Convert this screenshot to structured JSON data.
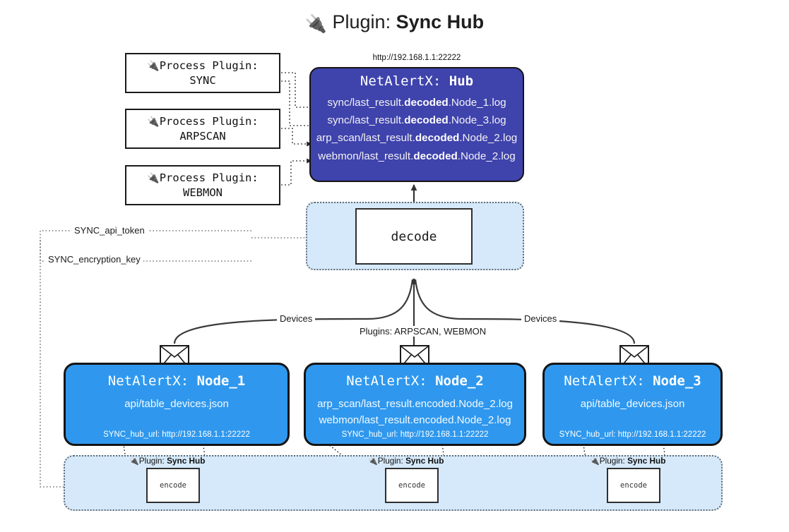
{
  "title": {
    "icon": "plug-icon",
    "glyph": "🔌",
    "prefix": "Plugin:",
    "name": "Sync Hub"
  },
  "colors": {
    "hub_fill": "#3f43ac",
    "node_fill": "#2f98ee",
    "band_fill": "#d6e9fa",
    "band_border": "#5f6b76",
    "box_border": "#141414",
    "text_dark": "#111111",
    "text_light": "#ffffff"
  },
  "process_plugins": [
    {
      "label_line1": "Process Plugin:",
      "label_line2": "SYNC",
      "glyph": "🔌"
    },
    {
      "label_line1": "Process Plugin:",
      "label_line2": "ARPSCAN",
      "glyph": "🔌"
    },
    {
      "label_line1": "Process Plugin:",
      "label_line2": "WEBMON",
      "glyph": "🔌"
    }
  ],
  "hub": {
    "url": "http://192.168.1.1:22222",
    "title_prefix": "NetAlertX:",
    "title_name": "Hub",
    "logs": [
      {
        "pre": "sync/last_result.",
        "em": "decoded",
        "post": ".Node_1.log"
      },
      {
        "pre": "sync/last_result.",
        "em": "decoded",
        "post": ".Node_3.log"
      },
      {
        "pre": "arp_scan/last_result.",
        "em": "decoded",
        "post": ".Node_2.log"
      },
      {
        "pre": "webmon/last_result.",
        "em": "decoded",
        "post": ".Node_2.log"
      }
    ]
  },
  "decode": {
    "label": "decode"
  },
  "config_labels": {
    "api_token": "SYNC_api_token",
    "encryption_key": "SYNC_encryption_key"
  },
  "edge_labels": {
    "devices_left": "Devices",
    "devices_right": "Devices",
    "plugins": "Plugins: ARPSCAN, WEBMON"
  },
  "nodes": [
    {
      "id": "node1",
      "title_prefix": "NetAlertX:",
      "title_name": "Node_1",
      "lines": [
        "api/table_devices.json"
      ],
      "footer": "SYNC_hub_url: http://192.168.1.1:22222",
      "envelope": "envelope-icon"
    },
    {
      "id": "node2",
      "title_prefix": "NetAlertX:",
      "title_name": "Node_2",
      "lines": [
        "arp_scan/last_result.encoded.Node_2.log",
        "webmon/last_result.encoded.Node_2.log"
      ],
      "footer": "SYNC_hub_url: http://192.168.1.1:22222",
      "envelope": "envelope-icon"
    },
    {
      "id": "node3",
      "title_prefix": "NetAlertX:",
      "title_name": "Node_3",
      "lines": [
        "api/table_devices.json"
      ],
      "footer": "SYNC_hub_url: http://192.168.1.1:22222",
      "envelope": "envelope-icon"
    }
  ],
  "encoders": [
    {
      "caption_prefix": "Plugin:",
      "caption_name": "Sync Hub",
      "box_label": "encode",
      "glyph": "🔌"
    },
    {
      "caption_prefix": "Plugin:",
      "caption_name": "Sync Hub",
      "box_label": "encode",
      "glyph": "🔌"
    },
    {
      "caption_prefix": "Plugin:",
      "caption_name": "Sync Hub",
      "box_label": "encode",
      "glyph": "🔌"
    }
  ]
}
